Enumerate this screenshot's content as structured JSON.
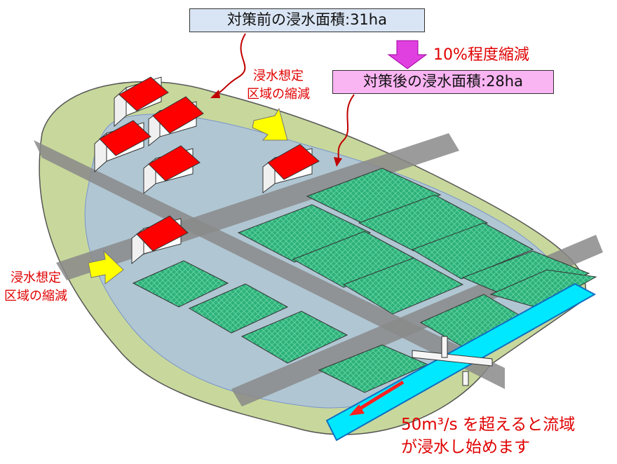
{
  "labels": {
    "before_area": "対策前の浸水面積:31ha",
    "after_area": "対策後の浸水面積:28ha",
    "reduction": "10%程度縮減",
    "shrink_top_1": "浸水想定",
    "shrink_top_2": "区域の縮減",
    "shrink_left_1": "浸水想定",
    "shrink_left_2": "区域の縮減",
    "note_line1": "50m³/s を超えると流域",
    "note_line2": "が浸水し始めます"
  },
  "colors": {
    "terrain": "#c8d89c",
    "flood": "#a8c0e6",
    "road": "#8a8a8a",
    "field": "#2eb07a",
    "river": "#00e8ff",
    "roof": "#ff0000",
    "arrow_yellow": "#ffff00",
    "arrow_magenta": "#e040e0",
    "text_red": "#e00000"
  },
  "icons": {
    "down_arrow": "magenta-down-arrow-icon",
    "shrink_arrows": "yellow-arrow-icon",
    "flow_arrow": "red-flow-arrow-icon"
  }
}
